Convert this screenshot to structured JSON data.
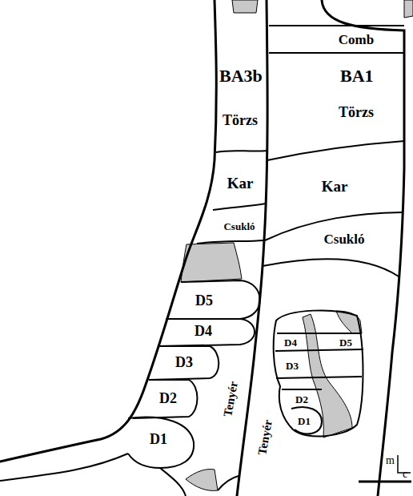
{
  "diagram": {
    "nodes": [
      {
        "text": [
          "Comb"
        ]
      },
      {
        "text": [
          "Törzs"
        ]
      },
      {
        "text": [
          "Törzs"
        ]
      },
      {
        "text": [
          "Kar"
        ]
      },
      {
        "text": [
          "Kar"
        ]
      },
      {
        "text": [
          "Csukló"
        ]
      },
      {
        "text": [
          "Csukló"
        ]
      },
      {
        "text": [
          "D5"
        ]
      },
      {
        "text": [
          "D4"
        ]
      },
      {
        "text": [
          "D3"
        ]
      },
      {
        "text": [
          "D2"
        ]
      },
      {
        "text": [
          "D1"
        ]
      },
      {
        "text": [
          "Tenyér"
        ]
      },
      {
        "text": [
          "D5"
        ]
      },
      {
        "text": [
          "D4"
        ]
      },
      {
        "text": [
          "D3"
        ]
      },
      {
        "text": [
          "D2"
        ]
      },
      {
        "text": [
          "D1"
        ]
      },
      {
        "text": [
          "Tenyér"
        ]
      }
    ],
    "labels": [
      "BA3b",
      "BA1",
      "m",
      "c"
    ]
  }
}
